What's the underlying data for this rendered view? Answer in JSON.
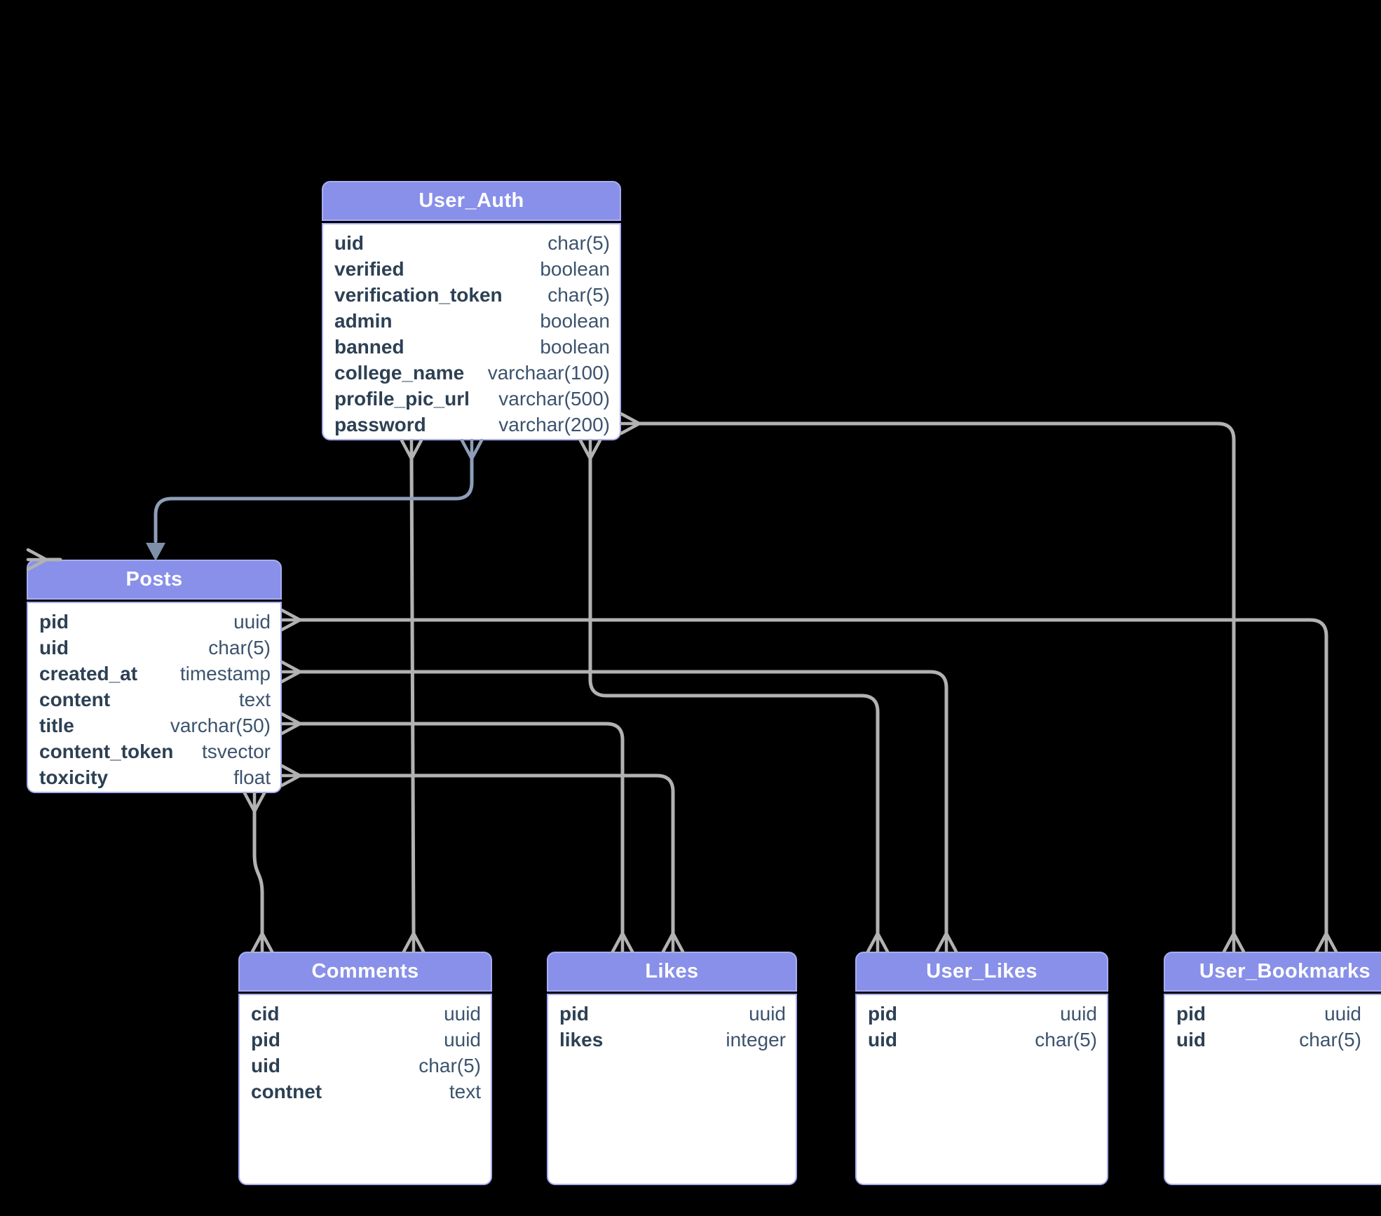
{
  "canvas": {
    "background": "#000000"
  },
  "colors": {
    "table_header": "#8890e9",
    "table_border": "#a9adf4",
    "table_body": "#ffffff",
    "title_text": "#ffffff",
    "field_name_text": "#2d4054",
    "field_type_text": "#3c536e",
    "connector_gray": "#b2b2b2",
    "connector_slate": "#8e9eb8",
    "arrowhead_fill": "#7e90a9"
  },
  "tables": [
    {
      "title": "User_Auth",
      "fields": [
        {
          "name": "uid",
          "type": "char(5)"
        },
        {
          "name": "verified",
          "type": "boolean"
        },
        {
          "name": "verification_token",
          "type": "char(5)"
        },
        {
          "name": "admin",
          "type": "boolean"
        },
        {
          "name": "banned",
          "type": "boolean"
        },
        {
          "name": "college_name",
          "type": "varchaar(100)"
        },
        {
          "name": "profile_pic_url",
          "type": "varchar(500)"
        },
        {
          "name": "password",
          "type": "varchar(200)"
        }
      ]
    },
    {
      "title": "Posts",
      "fields": [
        {
          "name": "pid",
          "type": "uuid"
        },
        {
          "name": "uid",
          "type": "char(5)"
        },
        {
          "name": "created_at",
          "type": "timestamp"
        },
        {
          "name": "content",
          "type": "text"
        },
        {
          "name": "title",
          "type": "varchar(50)"
        },
        {
          "name": "content_token",
          "type": "tsvector"
        },
        {
          "name": "toxicity",
          "type": "float"
        }
      ]
    },
    {
      "title": "Comments",
      "fields": [
        {
          "name": "cid",
          "type": "uuid"
        },
        {
          "name": "pid",
          "type": "uuid"
        },
        {
          "name": "uid",
          "type": "char(5)"
        },
        {
          "name": "contnet",
          "type": "text"
        }
      ]
    },
    {
      "title": "Likes",
      "fields": [
        {
          "name": "pid",
          "type": "uuid"
        },
        {
          "name": "likes",
          "type": "integer"
        }
      ]
    },
    {
      "title": "User_Likes",
      "fields": [
        {
          "name": "pid",
          "type": "uuid"
        },
        {
          "name": "uid",
          "type": "char(5)"
        }
      ]
    },
    {
      "title": "User_Bookmarks",
      "fields": [
        {
          "name": "pid",
          "type": "uuid"
        },
        {
          "name": "uid",
          "type": "char(5)"
        }
      ]
    }
  ],
  "relationships": [
    {
      "from": "User_Auth",
      "to": "Posts",
      "end_marker": "arrow"
    },
    {
      "from": "User_Auth",
      "to": "Comments",
      "end_marker": "crow-foot"
    },
    {
      "from": "User_Auth",
      "to": "User_Likes",
      "end_marker": "crow-foot"
    },
    {
      "from": "User_Auth",
      "to": "User_Bookmarks",
      "end_marker": "crow-foot"
    },
    {
      "from": "Posts",
      "to": "Comments",
      "end_marker": "crow-foot"
    },
    {
      "from": "Posts",
      "to": "Likes",
      "end_marker": "crow-foot"
    },
    {
      "from": "Posts",
      "to": "Likes",
      "end_marker": "crow-foot"
    },
    {
      "from": "Posts",
      "to": "User_Likes",
      "end_marker": "crow-foot"
    },
    {
      "from": "Posts",
      "to": "User_Bookmarks",
      "end_marker": "crow-foot"
    }
  ]
}
